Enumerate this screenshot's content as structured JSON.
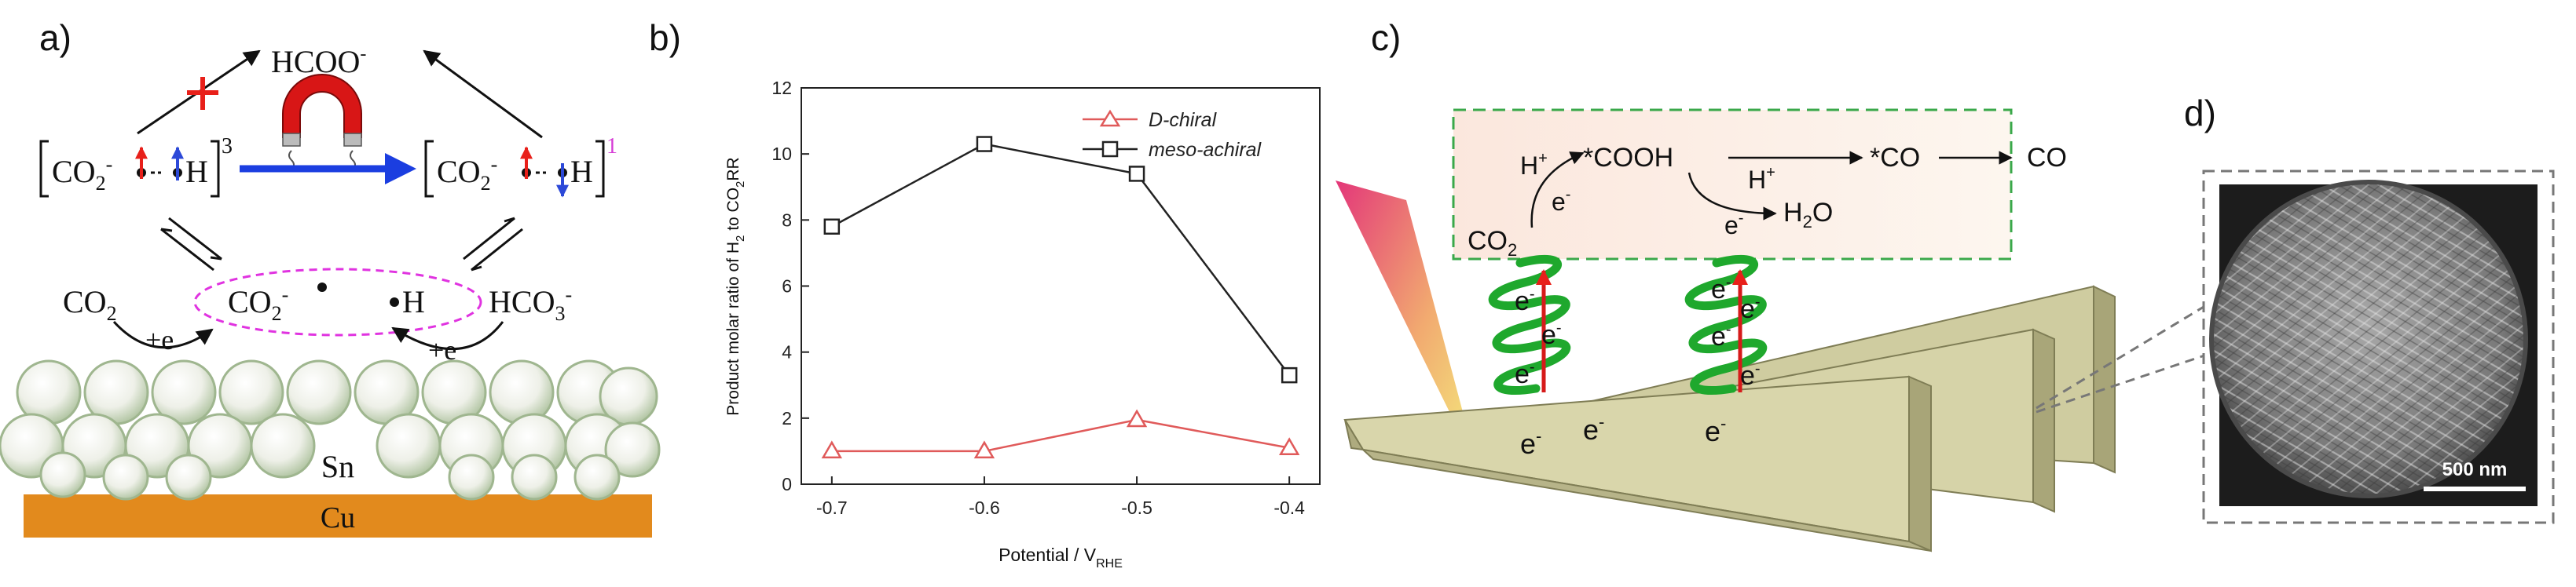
{
  "panels": {
    "a": "a)",
    "b": "b)",
    "c": "c)",
    "d": "d)"
  },
  "panel_a": {
    "formate": "HCOO",
    "formate_sup": "-",
    "co2_ads": "CO",
    "co2_ads_sub": "2",
    "co2_ads_sup": "-",
    "h_ads": "H",
    "triplet_sup": "3",
    "singlet_sup": "1",
    "co2": "CO",
    "co2_sub": "2",
    "co2_radical": "CO",
    "co2_radical_sub": "2",
    "co2_radical_sup": "-",
    "h_radical": "H",
    "hco3": "HCO",
    "hco3_sub": "3",
    "hco3_sup": "-",
    "plus_e_left": "+e",
    "plus_e_right": "+e",
    "sn_label": "Sn",
    "cu_label": "Cu",
    "colors": {
      "up_spin": "#e8201a",
      "down_spin": "#2c49d8",
      "arrow": "#1b3ee0",
      "cross": "#e8201a",
      "dashed_ellipse": "#e033e0",
      "cu": "#e28a1d"
    }
  },
  "chart_data": {
    "type": "line",
    "x": [
      -0.7,
      -0.6,
      -0.5,
      -0.4
    ],
    "series": [
      {
        "name": "D-chiral",
        "values": [
          1.0,
          1.0,
          1.95,
          1.1
        ],
        "marker": "triangle",
        "color": "#e05a5a"
      },
      {
        "name": "meso-achiral",
        "values": [
          7.8,
          10.3,
          9.4,
          3.3
        ],
        "marker": "square",
        "color": "#222222"
      }
    ],
    "xlabel": "Potential / V",
    "xlabel_sub": "RHE",
    "ylabel": "Product molar ratio of H",
    "ylabel_sub": "2",
    "ylabel_tail": " to CO",
    "ylabel_sub2": "2",
    "ylabel_end": "RR",
    "xlim": [
      -0.72,
      -0.38
    ],
    "ylim": [
      0,
      12
    ],
    "xticks": [
      "-0.7",
      "-0.6",
      "-0.5",
      "-0.4"
    ],
    "yticks": [
      "0",
      "2",
      "4",
      "6",
      "8",
      "10",
      "12"
    ],
    "legend_placement": "top-right",
    "grid": false
  },
  "panel_c": {
    "h_plus_1": "H",
    "h_plus_1_sup": "+",
    "cooh": "*COOH",
    "e_minus_1": "e",
    "e_minus_1_sup": "-",
    "co2": "CO",
    "co2_sub": "2",
    "h_plus_2": "H",
    "h_plus_2_sup": "+",
    "e_minus_2": "e",
    "e_minus_2_sup": "-",
    "h2o": "H",
    "h2o_sub": "2",
    "h2o_tail": "O",
    "star_co": "*CO",
    "co": "CO",
    "helix_e": "e",
    "helix_e_sup": "-",
    "bottom_e1": "e",
    "bottom_e2": "e",
    "bottom_e3": "e",
    "bottom_e_sup": "-"
  },
  "panel_d": {
    "scale_bar": "500 nm"
  }
}
